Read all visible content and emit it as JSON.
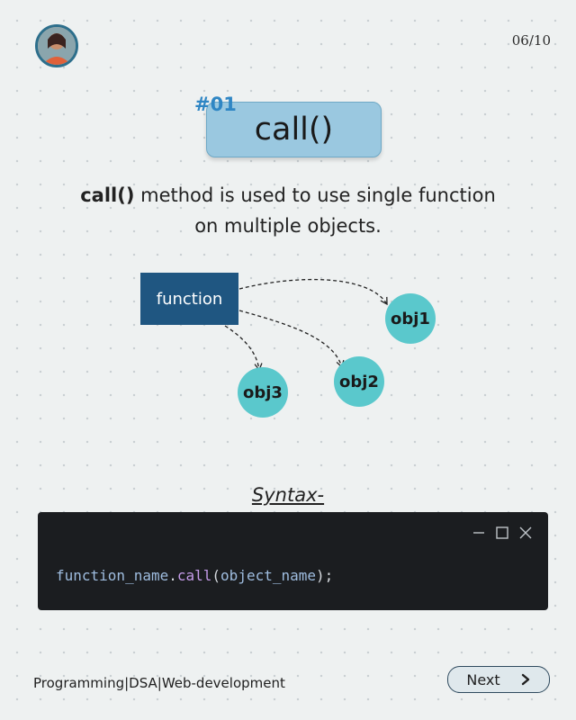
{
  "header": {
    "page_indicator": "06/10"
  },
  "slide": {
    "tag": "#01",
    "title": "call()",
    "description_keyword": "call()",
    "description_line1": " method is used to use single function",
    "description_line2": "on multiple objects."
  },
  "diagram": {
    "function_label": "function",
    "objects": [
      "obj1",
      "obj2",
      "obj3"
    ],
    "box_color": "#1f5681",
    "object_color": "#5ac8cc"
  },
  "syntax": {
    "heading": "Syntax-",
    "code_identifier": "function_name",
    "code_dot": ".",
    "code_method": "call",
    "code_open": "(",
    "code_arg": "object_name",
    "code_close": ");"
  },
  "footer": {
    "label": "Programming|DSA|Web-development",
    "next_label": "Next"
  },
  "colors": {
    "background": "#eef1f1",
    "title_box": "#9ac8e0",
    "tag": "#2f86c4",
    "code_bg": "#1b1d20"
  }
}
